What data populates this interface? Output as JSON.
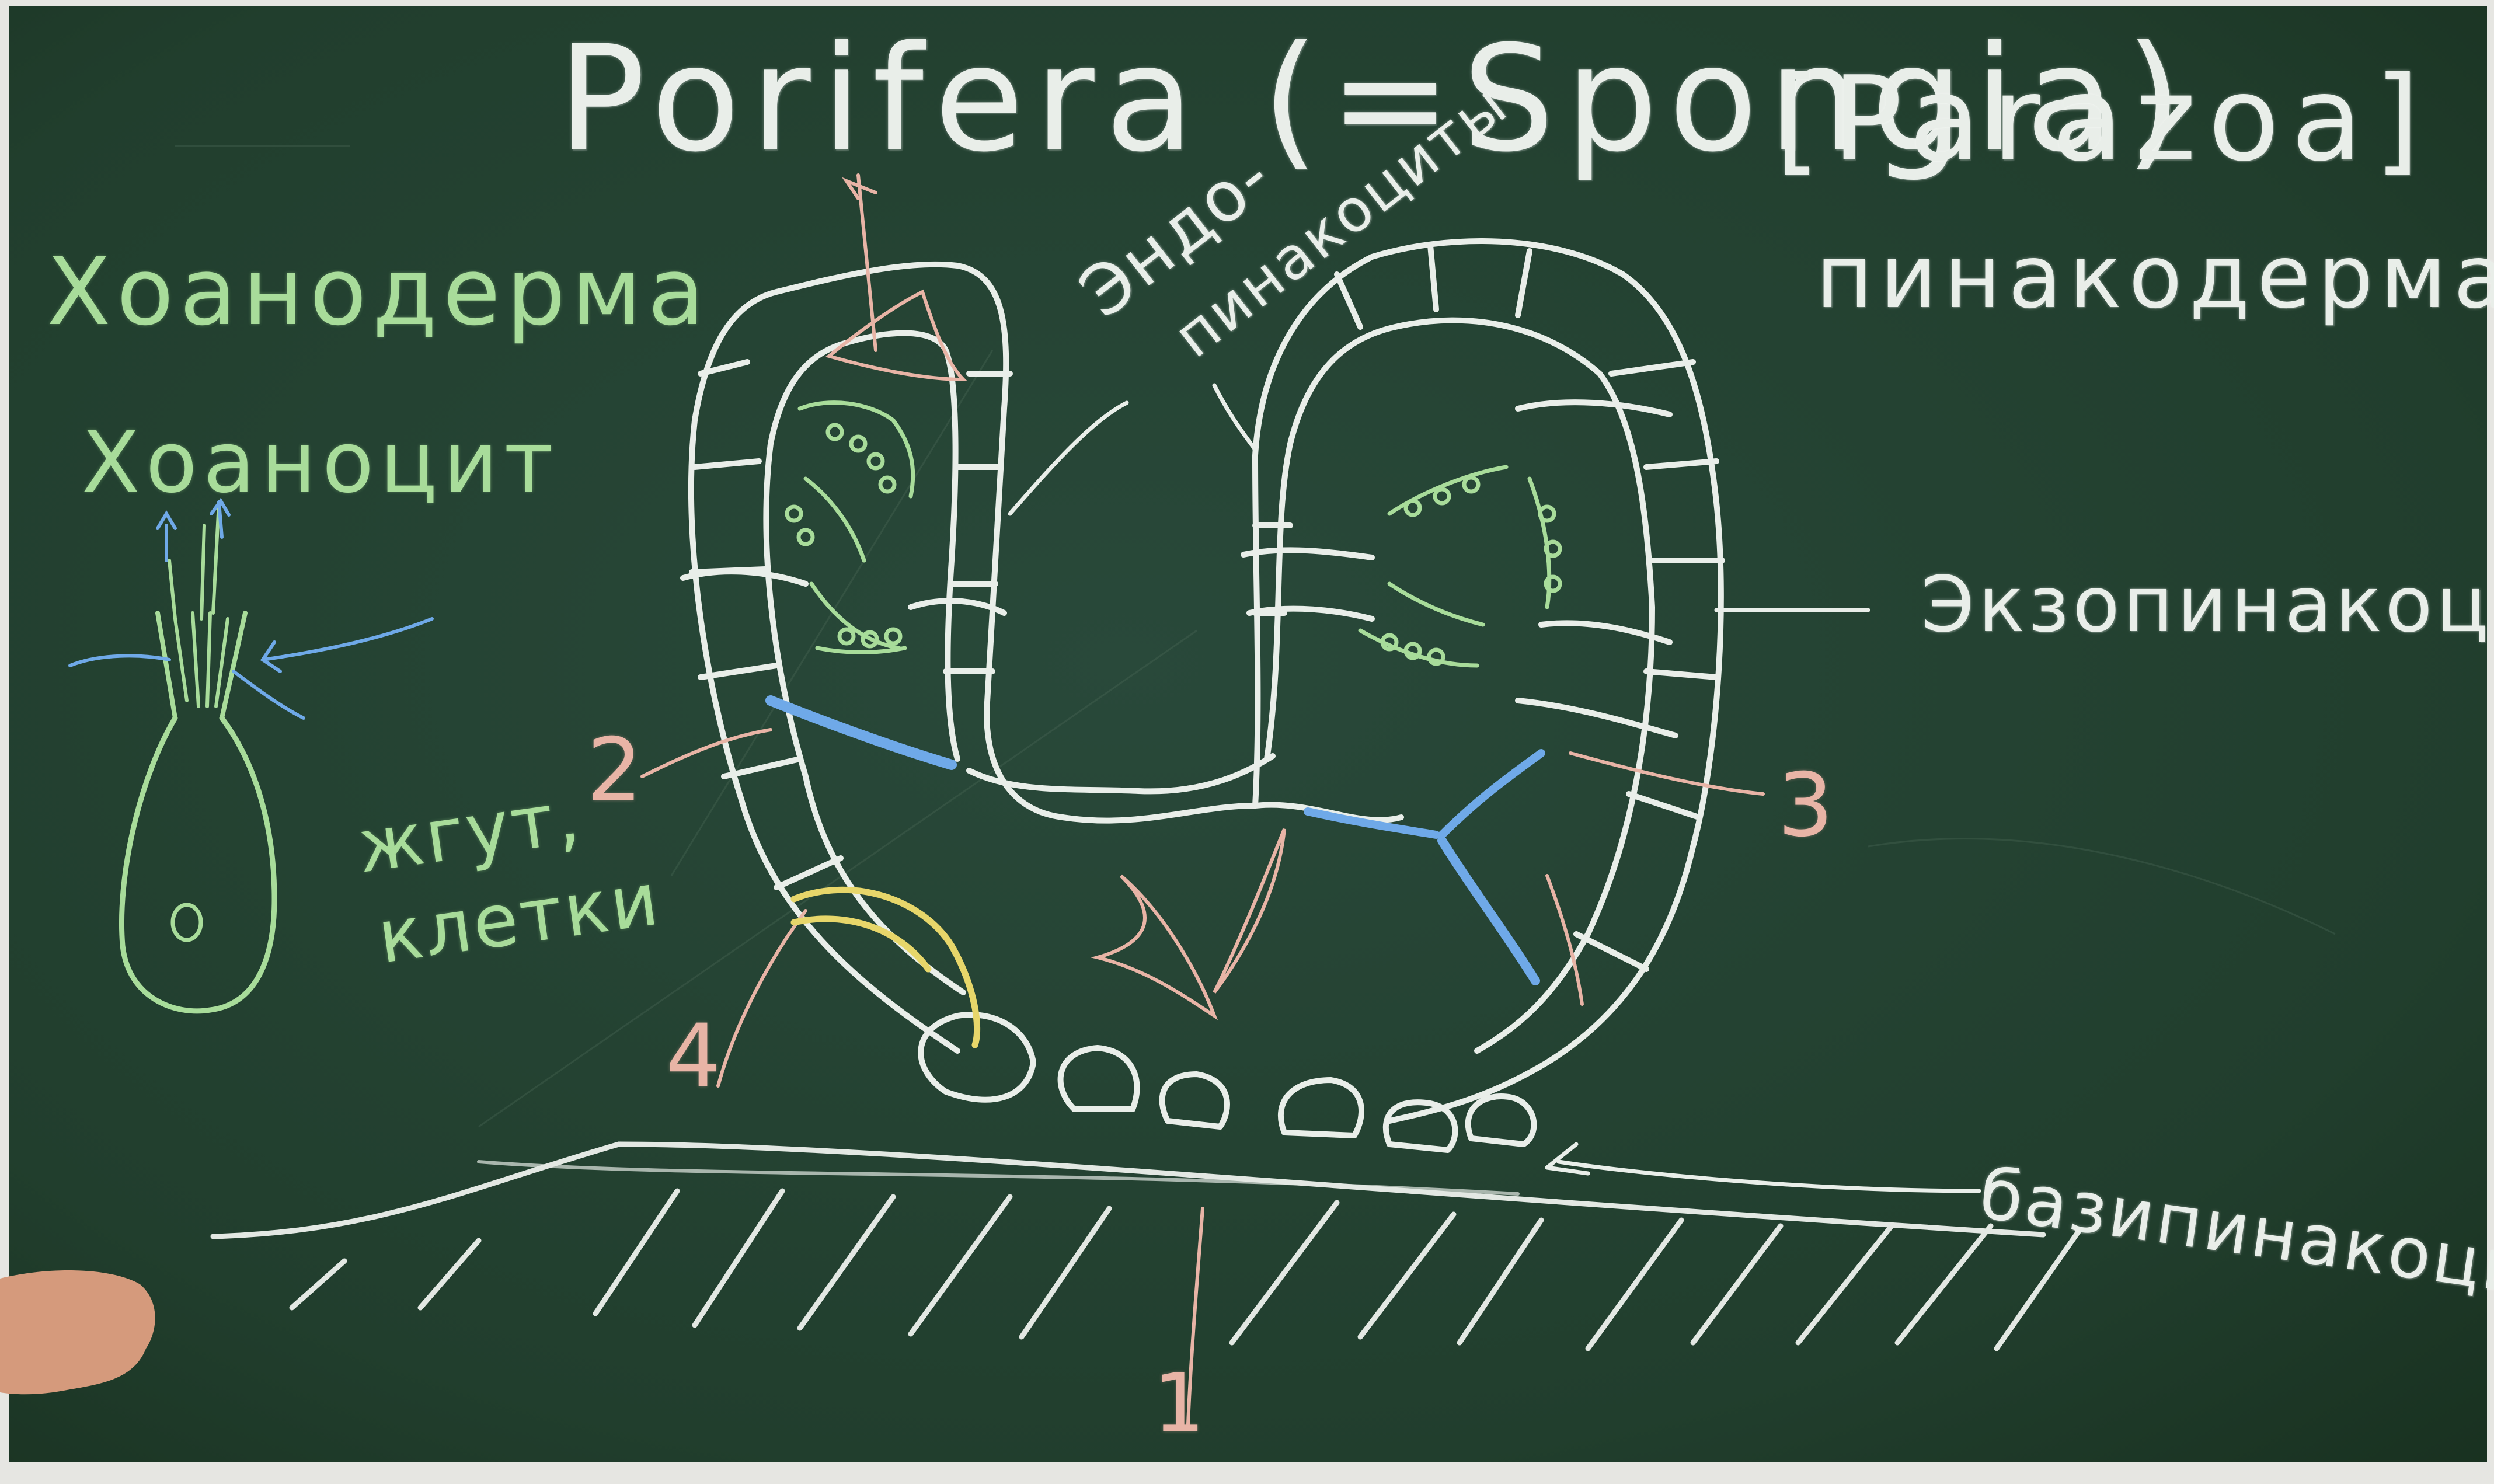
{
  "board": {
    "title": "Porifera (=Spongia)",
    "subtitle": "[Parazoa]",
    "colors": {
      "frame": "#e6e6e2",
      "board_green": "#213e2d",
      "chalk_white": "#e9eee9",
      "chalk_green": "#a8dc9a",
      "chalk_pink": "#e8b4a6",
      "chalk_yellow": "#e7d66a",
      "chalk_blue": "#6fa9e8",
      "skin": "#d59a7c"
    }
  },
  "labels": {
    "choanoderm": "Хоанодерма",
    "choanocyte": "Хоаноцит",
    "flagellar_line1": "жгут,",
    "flagellar_line2": "клетки",
    "pinacoderm": "пинакодерма",
    "endopinacocyte_line1": "Эндо-",
    "endopinacocyte_line2": "пинакоциты",
    "exopinacocyte": "Экзопинакоциты",
    "basopinacocyte": "базипинакоциты"
  },
  "numbers": {
    "one": "1",
    "two": "2",
    "three": "3",
    "four": "4"
  }
}
